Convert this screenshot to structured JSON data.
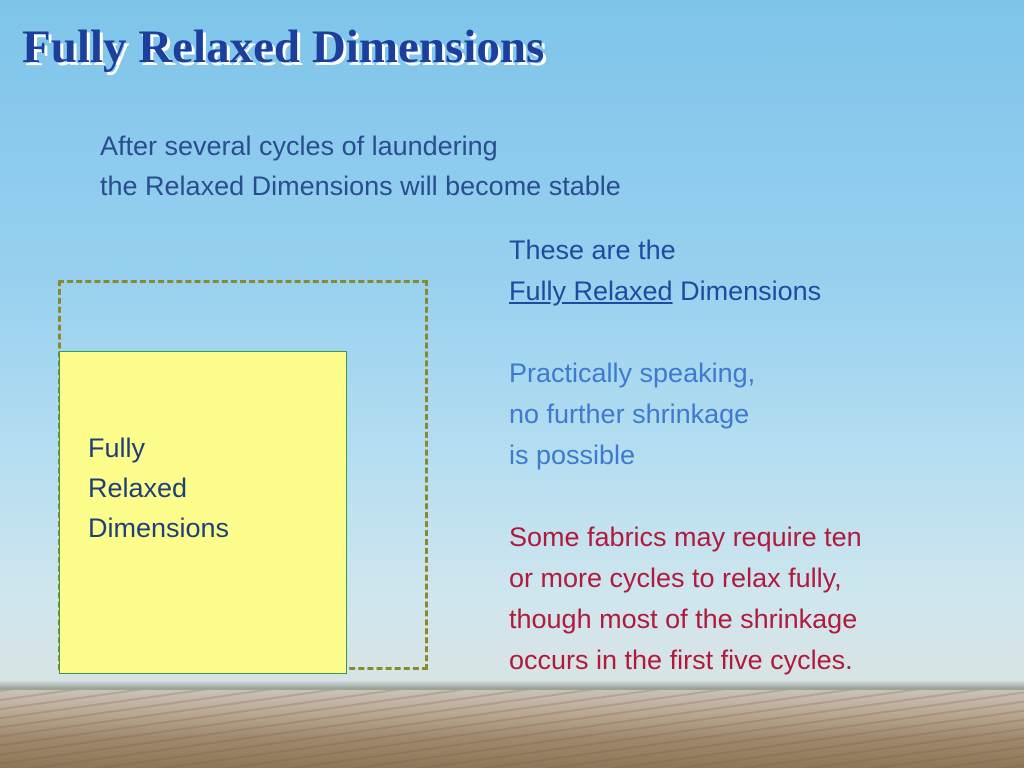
{
  "slide": {
    "title": "Fully Relaxed Dimensions",
    "intro": {
      "line1": "After several cycles of laundering",
      "line2": "the Relaxed Dimensions will become stable"
    },
    "box_label": {
      "line1": "Fully",
      "line2": "Relaxed",
      "line3": "Dimensions"
    },
    "right": {
      "p1_line1": "These are the",
      "p1_link": "Fully Relaxed",
      "p1_line2_rest": " Dimensions",
      "p2_line1": "Practically speaking,",
      "p2_line2": "no further shrinkage",
      "p2_line3": "is possible",
      "p3_line1": "Some fabrics may require ten",
      "p3_line2": "or more cycles to relax fully,",
      "p3_line3": "though most of the shrinkage",
      "p3_line4": "occurs in the first five cycles."
    }
  },
  "colors": {
    "title": "#1c3f9c",
    "intro_text": "#2a4d8f",
    "highlight_text": "#1c4ca0",
    "note_text": "#3d7ad0",
    "warning_text": "#b01a3c",
    "box_fill": "#fdfd8c",
    "dashed_outline": "#8a8a2a"
  }
}
